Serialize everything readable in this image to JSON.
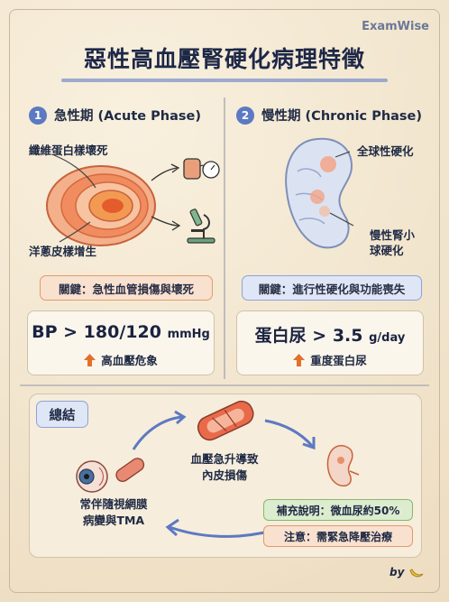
{
  "brand": "ExamWise",
  "title": "惡性高血壓腎硬化病理特徵",
  "acute": {
    "number": "1",
    "heading": "急性期 (Acute Phase)",
    "label_top": "纖維蛋白樣壞死",
    "label_bottom": "洋蔥皮樣增生",
    "key": "關鍵：急性血管損傷與壞死",
    "stat_main": "BP > 180/120",
    "stat_unit": "mmHg",
    "stat_sub": "高血壓危象"
  },
  "chronic": {
    "number": "2",
    "heading": "慢性期 (Chronic Phase)",
    "label_top": "全球性硬化",
    "label_bottom_1": "慢性腎小",
    "label_bottom_2": "球硬化",
    "key": "關鍵：進行性硬化與功能喪失",
    "stat_main": "蛋白尿 > 3.5",
    "stat_unit": "g/day",
    "stat_sub": "重度蛋白尿"
  },
  "summary": {
    "title": "總結",
    "center_1": "血壓急升導致",
    "center_2": "內皮損傷",
    "left_1": "常伴隨視網膜",
    "left_2": "病變與TMA",
    "note_green": "補充說明：微血尿約50%",
    "note_orange": "注意：需緊急降壓治療"
  },
  "byline": "by",
  "colors": {
    "accent_blue": "#5c79c2",
    "accent_orange": "#e2702a",
    "accent_green": "#86b86b"
  },
  "icons": [
    "blood-pressure-monitor-icon",
    "microscope-icon",
    "arrow-up-icon",
    "eye-icon",
    "banana-icon"
  ]
}
